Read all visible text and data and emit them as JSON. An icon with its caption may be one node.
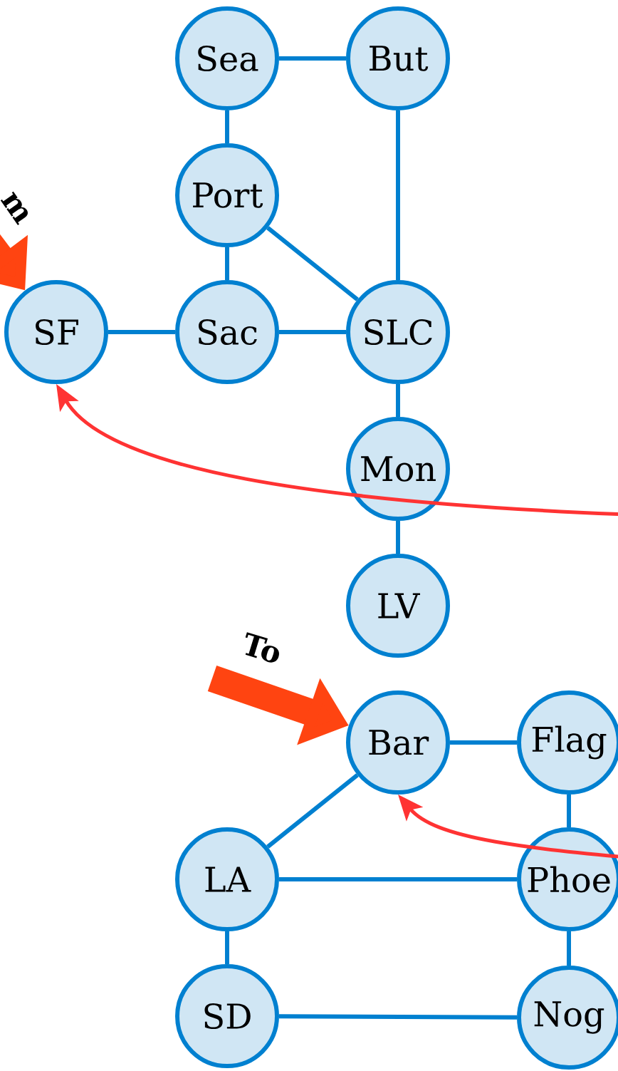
{
  "diagram": {
    "nodes": [
      {
        "text": [
          "Sea"
        ]
      },
      {
        "text": [
          "But"
        ]
      },
      {
        "text": [
          "Port"
        ]
      },
      {
        "text": [
          "SF"
        ]
      },
      {
        "text": [
          "Sac"
        ]
      },
      {
        "text": [
          "SLC"
        ]
      },
      {
        "text": [
          "Mon"
        ]
      },
      {
        "text": [
          "LV"
        ]
      },
      {
        "text": [
          "Bar"
        ]
      },
      {
        "text": [
          "Flag"
        ]
      },
      {
        "text": [
          "LA"
        ]
      },
      {
        "text": [
          "Phoe"
        ]
      },
      {
        "text": [
          "SD"
        ]
      },
      {
        "text": [
          "Nog"
        ]
      }
    ],
    "edges": [
      {
        "from": 0,
        "to": 1,
        "arrow": "none"
      },
      {
        "from": 0,
        "to": 2,
        "arrow": "none"
      },
      {
        "from": 1,
        "to": 5,
        "arrow": "none"
      },
      {
        "from": 2,
        "to": 4,
        "arrow": "none"
      },
      {
        "from": 2,
        "to": 5,
        "arrow": "none"
      },
      {
        "from": 3,
        "to": 4,
        "arrow": "none"
      },
      {
        "from": 4,
        "to": 5,
        "arrow": "none"
      },
      {
        "from": 5,
        "to": 6,
        "arrow": "none"
      },
      {
        "from": 6,
        "to": 7,
        "arrow": "none"
      },
      {
        "from": 8,
        "to": 9,
        "arrow": "none"
      },
      {
        "from": 8,
        "to": 10,
        "arrow": "none"
      },
      {
        "from": 9,
        "to": 11,
        "arrow": "none"
      },
      {
        "from": 10,
        "to": 11,
        "arrow": "none"
      },
      {
        "from": 10,
        "to": 12,
        "arrow": "none"
      },
      {
        "from": 11,
        "to": 13,
        "arrow": "none"
      },
      {
        "from": 12,
        "to": 13,
        "arrow": "none"
      },
      {
        "from": null,
        "to": 3,
        "arrow": "to",
        "color": "#ff3333"
      },
      {
        "from": null,
        "to": 8,
        "arrow": "to",
        "color": "#ff3333"
      },
      {
        "from": null,
        "to": 3,
        "arrow": "to",
        "style": "thick",
        "color": "#ff4411",
        "label": "m"
      },
      {
        "from": null,
        "to": 8,
        "arrow": "to",
        "style": "thick",
        "color": "#ff4411",
        "label": "To"
      }
    ]
  }
}
